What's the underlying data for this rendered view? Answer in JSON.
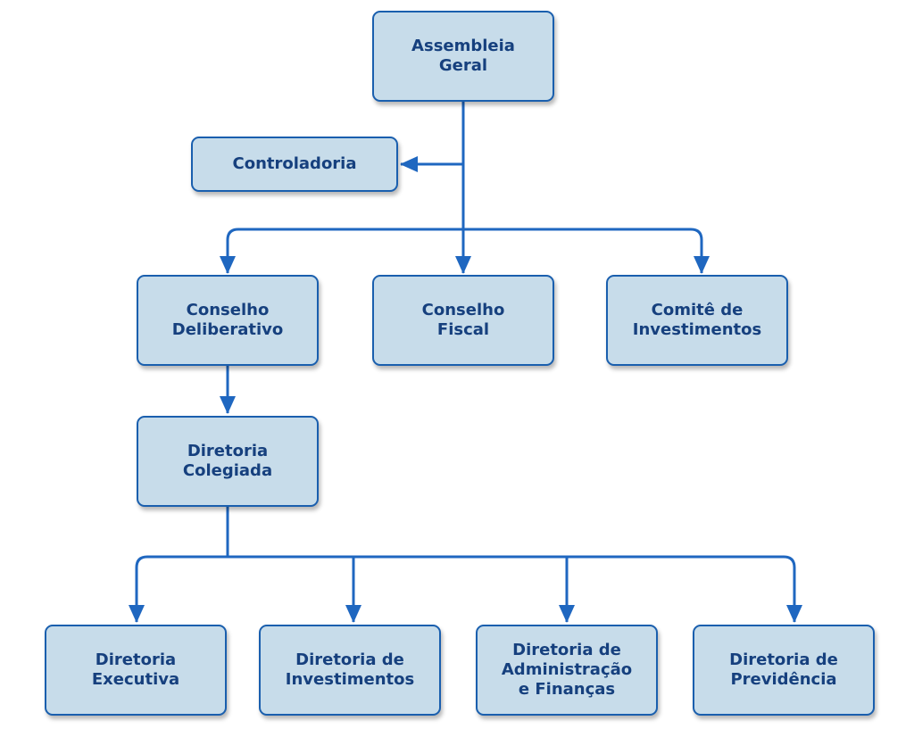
{
  "colors": {
    "box_fill": "#c7dcea",
    "box_border": "#1a5fae",
    "text": "#16407e",
    "connector": "#1f67c0"
  },
  "nodes": {
    "assembleia_geral": "Assembleia\nGeral",
    "controladoria": "Controladoria",
    "conselho_deliberativo": "Conselho\nDeliberativo",
    "conselho_fiscal": "Conselho\nFiscal",
    "comite_investimentos": "Comitê de\nInvestimentos",
    "diretoria_colegiada": "Diretoria\nColegiada",
    "diretoria_executiva": "Diretoria\nExecutiva",
    "diretoria_investimentos": "Diretoria de\nInvestimentos",
    "diretoria_adm_financas": "Diretoria de\nAdministração\ne Finanças",
    "diretoria_previdencia": "Diretoria de\nPrevidência"
  },
  "edges": [
    {
      "from": "Assembleia Geral",
      "to": "Controladoria"
    },
    {
      "from": "Assembleia Geral",
      "to": "Conselho Deliberativo"
    },
    {
      "from": "Assembleia Geral",
      "to": "Conselho Fiscal"
    },
    {
      "from": "Assembleia Geral",
      "to": "Comitê de Investimentos"
    },
    {
      "from": "Conselho Deliberativo",
      "to": "Diretoria Colegiada"
    },
    {
      "from": "Diretoria Colegiada",
      "to": "Diretoria Executiva"
    },
    {
      "from": "Diretoria Colegiada",
      "to": "Diretoria de Investimentos"
    },
    {
      "from": "Diretoria Colegiada",
      "to": "Diretoria de Administração e Finanças"
    },
    {
      "from": "Diretoria Colegiada",
      "to": "Diretoria de Previdência"
    }
  ]
}
